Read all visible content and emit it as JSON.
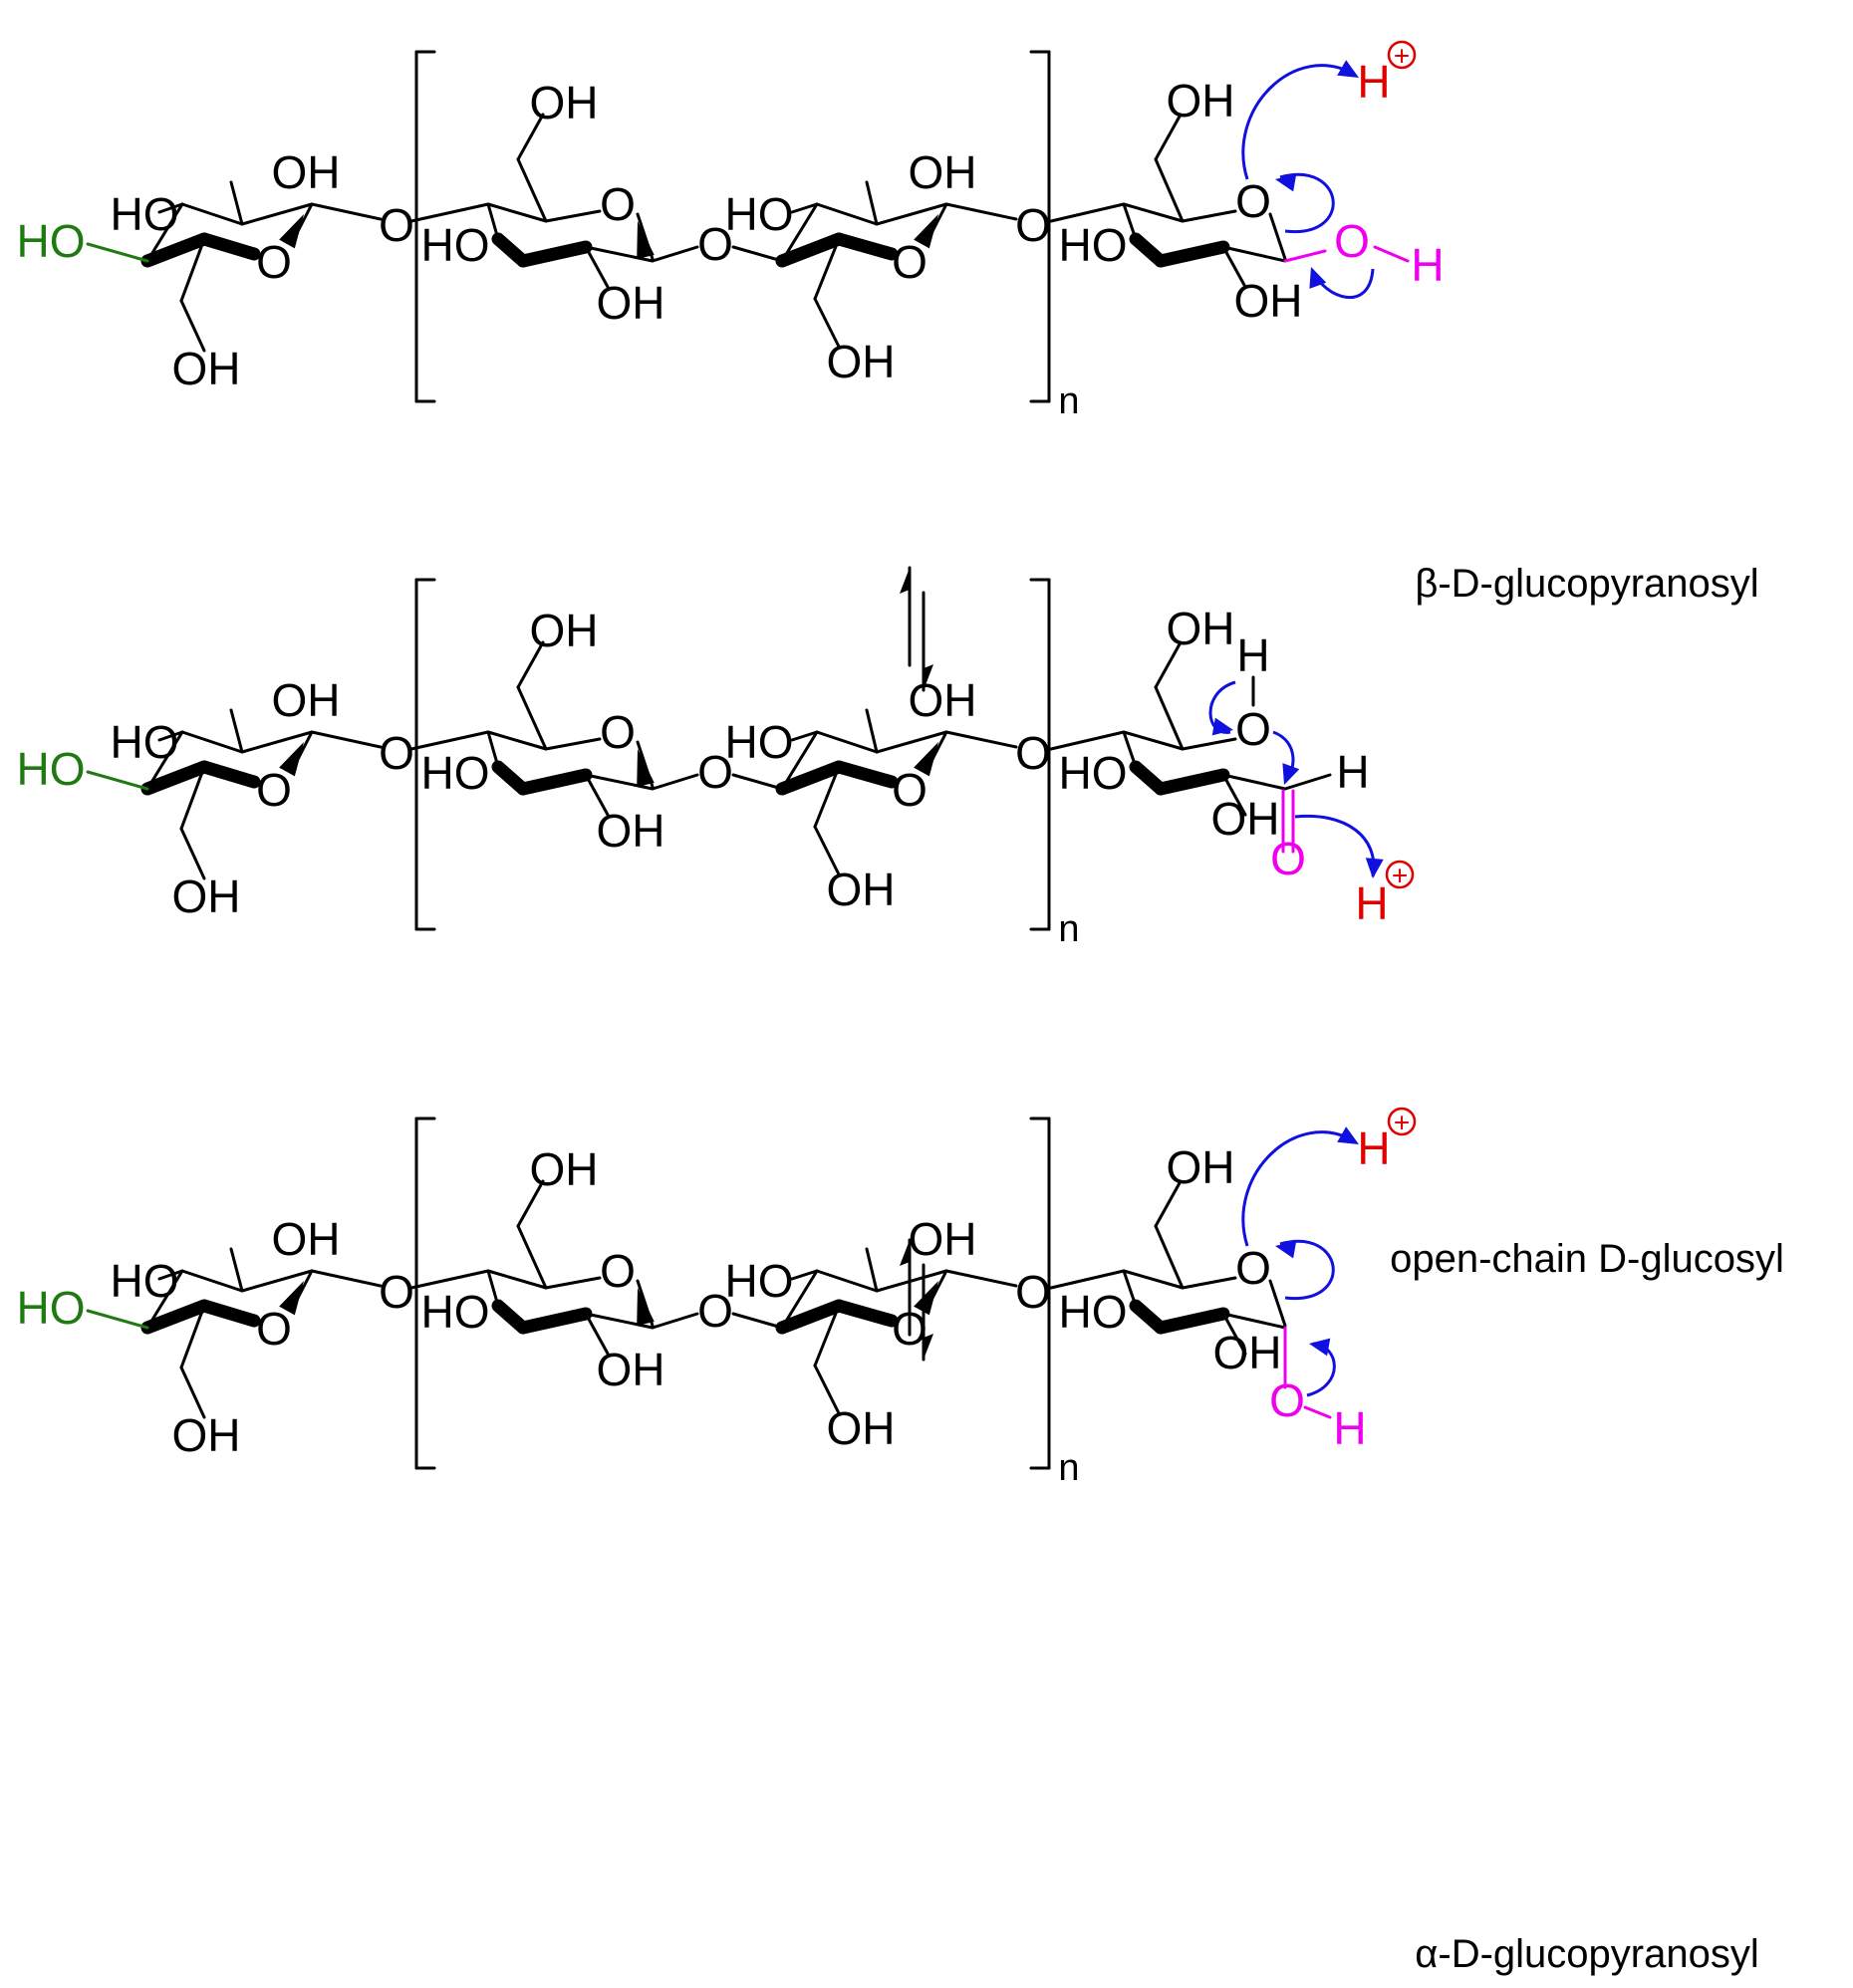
{
  "colors": {
    "black": "#000000",
    "green": "#1f7a12",
    "magenta": "#ee00ee",
    "red": "#e00000",
    "blue": "#1010e0"
  },
  "labels": {
    "oh": "OH",
    "ho": "HO",
    "o": "O",
    "h": "H",
    "n": "n",
    "plus": "+"
  },
  "captions": {
    "beta": "β-D-glucopyranosyl",
    "open": "open-chain D-glucosyl",
    "alpha": "α-D-glucopyranosyl"
  },
  "states": [
    {
      "name": "beta-d-glucopyranosyl",
      "caption_key": "beta",
      "end_form": "beta"
    },
    {
      "name": "open-chain-d-glucosyl",
      "caption_key": "open",
      "end_form": "open"
    },
    {
      "name": "alpha-d-glucopyranosyl",
      "caption_key": "alpha",
      "end_form": "alpha"
    }
  ]
}
